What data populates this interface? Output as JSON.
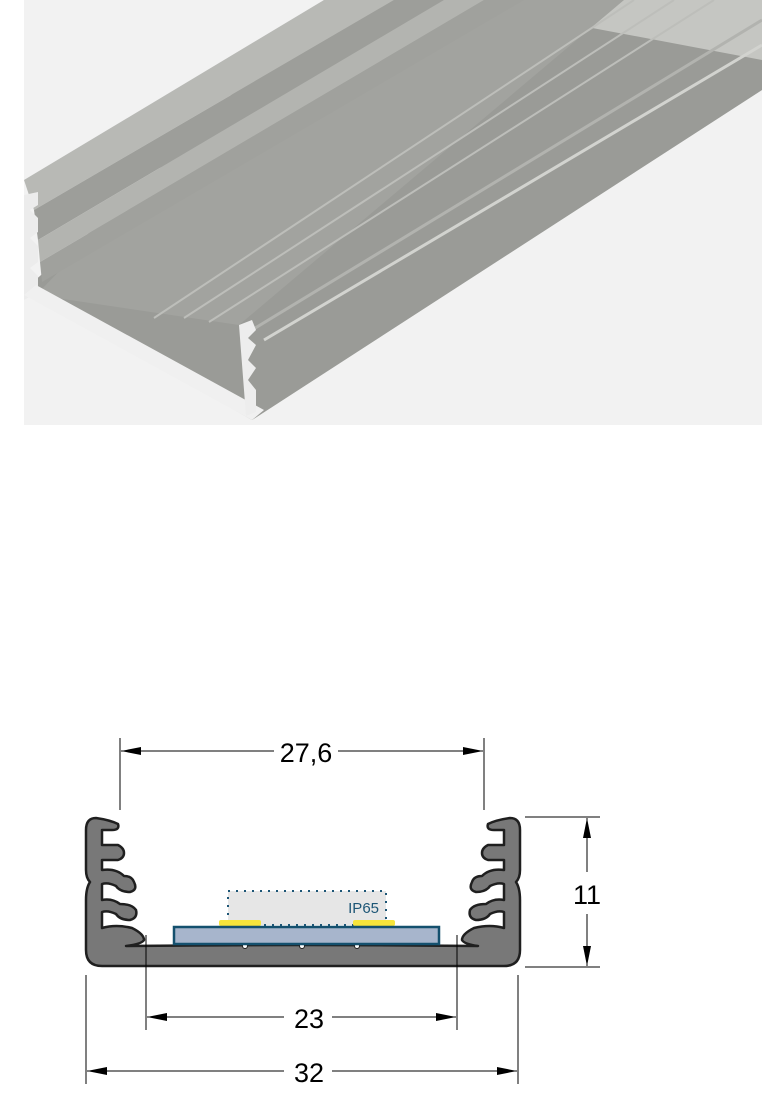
{
  "photo": {
    "subject": "aluminum LED profile",
    "background_color": "#f2f2f2",
    "metal_color": "#a9aaa5"
  },
  "drawing": {
    "dimensions": {
      "inner_top_width": "27,6",
      "height": "11",
      "inner_bottom_width": "23",
      "outer_width": "32"
    },
    "ip_rating_label": "IP65",
    "colors": {
      "profile_fill": "#787878",
      "profile_stroke": "#1f1f1f",
      "pcb_fill": "#a7b5cc",
      "pcb_stroke": "#14506e",
      "led_color": "#f7e53b",
      "ip_zone_fill": "#e6e6e6",
      "ip_zone_dots": "#1d5676"
    }
  }
}
